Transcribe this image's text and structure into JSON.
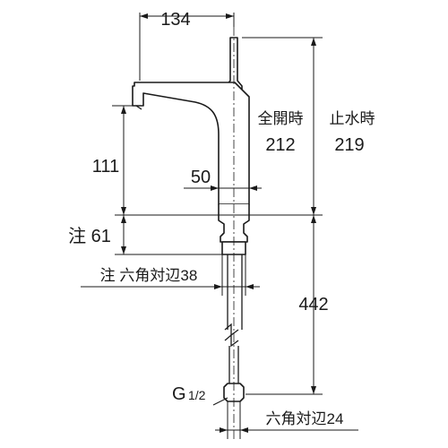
{
  "dimensions": {
    "spout_reach": "134",
    "spout_height": "111",
    "full_open_label": "全開時",
    "full_open_value": "212",
    "stop_label": "止水時",
    "stop_value": "219",
    "body_width": "50",
    "note_61": "注 61",
    "note_hex38": "注 六角対辺38",
    "shank_length": "442",
    "thread": "G",
    "thread_size": "1/2",
    "hex24": "六角対辺24"
  }
}
